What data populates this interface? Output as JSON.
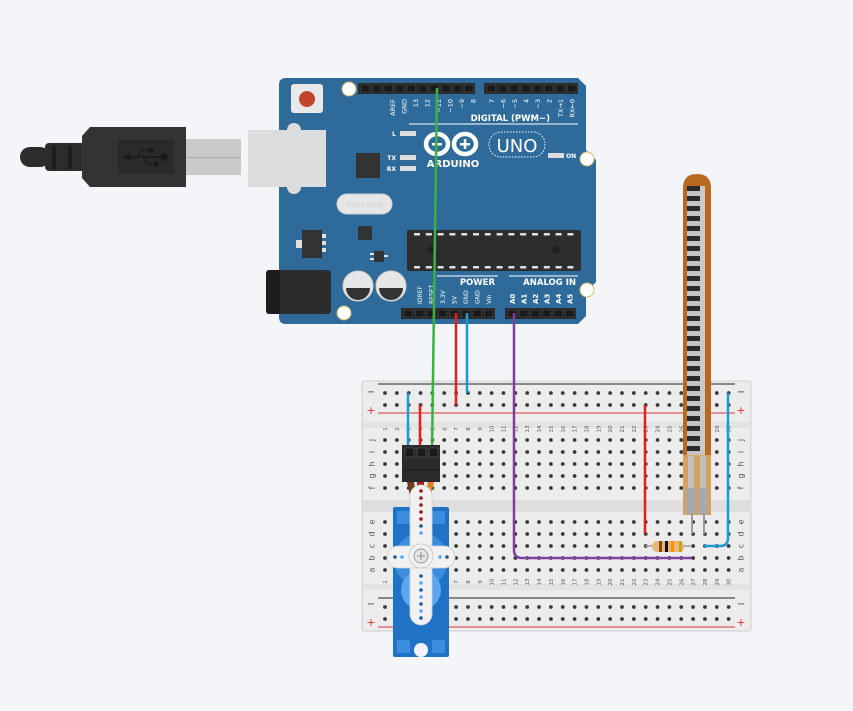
{
  "canvas": {
    "background": "#f3f5f8"
  },
  "arduino": {
    "board_name": "ARDUINO",
    "model": "UNO",
    "crystal_label": "SPK16.000G",
    "digital_header_label": "DIGITAL (PWM~)",
    "digital_pins": [
      "AREF",
      "GND",
      "13",
      "12",
      "~11",
      "~10",
      "~9",
      "8",
      "7",
      "~6",
      "~5",
      "4",
      "~3",
      "2",
      "TX→1",
      "RX←0"
    ],
    "power_header_label": "POWER",
    "power_pins": [
      "IOREF",
      "RESET",
      "3.3V",
      "5V",
      "GND",
      "GND",
      "Vin"
    ],
    "analog_header_label": "ANALOG IN",
    "analog_pins": [
      "A0",
      "A1",
      "A2",
      "A3",
      "A4",
      "A5"
    ],
    "led_labels": {
      "l": "L",
      "tx": "TX",
      "rx": "RX",
      "on": "ON"
    },
    "board_color": "#2f6b9a"
  },
  "usb_cable": {
    "icon": "usb-icon"
  },
  "breadboard": {
    "columns": 30,
    "top_row_letters": [
      "j",
      "i",
      "h",
      "g",
      "f"
    ],
    "bottom_row_letters": [
      "e",
      "d",
      "c",
      "b",
      "a"
    ],
    "rail_minus": "−",
    "rail_plus": "+",
    "column_numbers": [
      "1",
      "2",
      "3",
      "4",
      "5",
      "6",
      "7",
      "8",
      "9",
      "10",
      "11",
      "12",
      "13",
      "14",
      "15",
      "16",
      "17",
      "18",
      "19",
      "20",
      "21",
      "22",
      "23",
      "24",
      "25",
      "26",
      "27",
      "28",
      "29",
      "30"
    ]
  },
  "components": {
    "servo": {
      "name": "Micro Servo",
      "color": "#1a6fc4"
    },
    "flex_sensor": {
      "name": "Flex Sensor"
    },
    "resistor": {
      "name": "Resistor",
      "bands": [
        "#8b4513",
        "#111111",
        "#ff8c00",
        "#c8a020"
      ]
    }
  },
  "wires": [
    {
      "name": "signal-wire-pin11",
      "color": "#3cb043",
      "from": "Arduino ~11",
      "to": "Breadboard j5"
    },
    {
      "name": "power-wire-5v",
      "color": "#e02020",
      "from": "Arduino 5V",
      "to": "Top + rail"
    },
    {
      "name": "ground-wire-gnd",
      "color": "#1a9ad6",
      "from": "Arduino GND",
      "to": "Top − rail"
    },
    {
      "name": "analog-wire-a0",
      "color": "#7b3fa0",
      "from": "Arduino A0",
      "to": "Breadboard b27"
    },
    {
      "name": "servo-ground-wire",
      "color": "#1a9ad6",
      "from": "Top − rail",
      "to": "Breadboard j3"
    },
    {
      "name": "servo-power-wire",
      "color": "#e02020",
      "from": "Top + rail",
      "to": "Breadboard j4"
    },
    {
      "name": "resistor-power-wire",
      "color": "#e02020",
      "from": "Top + rail",
      "to": "Breadboard d23"
    },
    {
      "name": "sensor-ground-wire",
      "color": "#1a9ad6",
      "from": "Top − rail",
      "to": "Breadboard c28"
    }
  ]
}
